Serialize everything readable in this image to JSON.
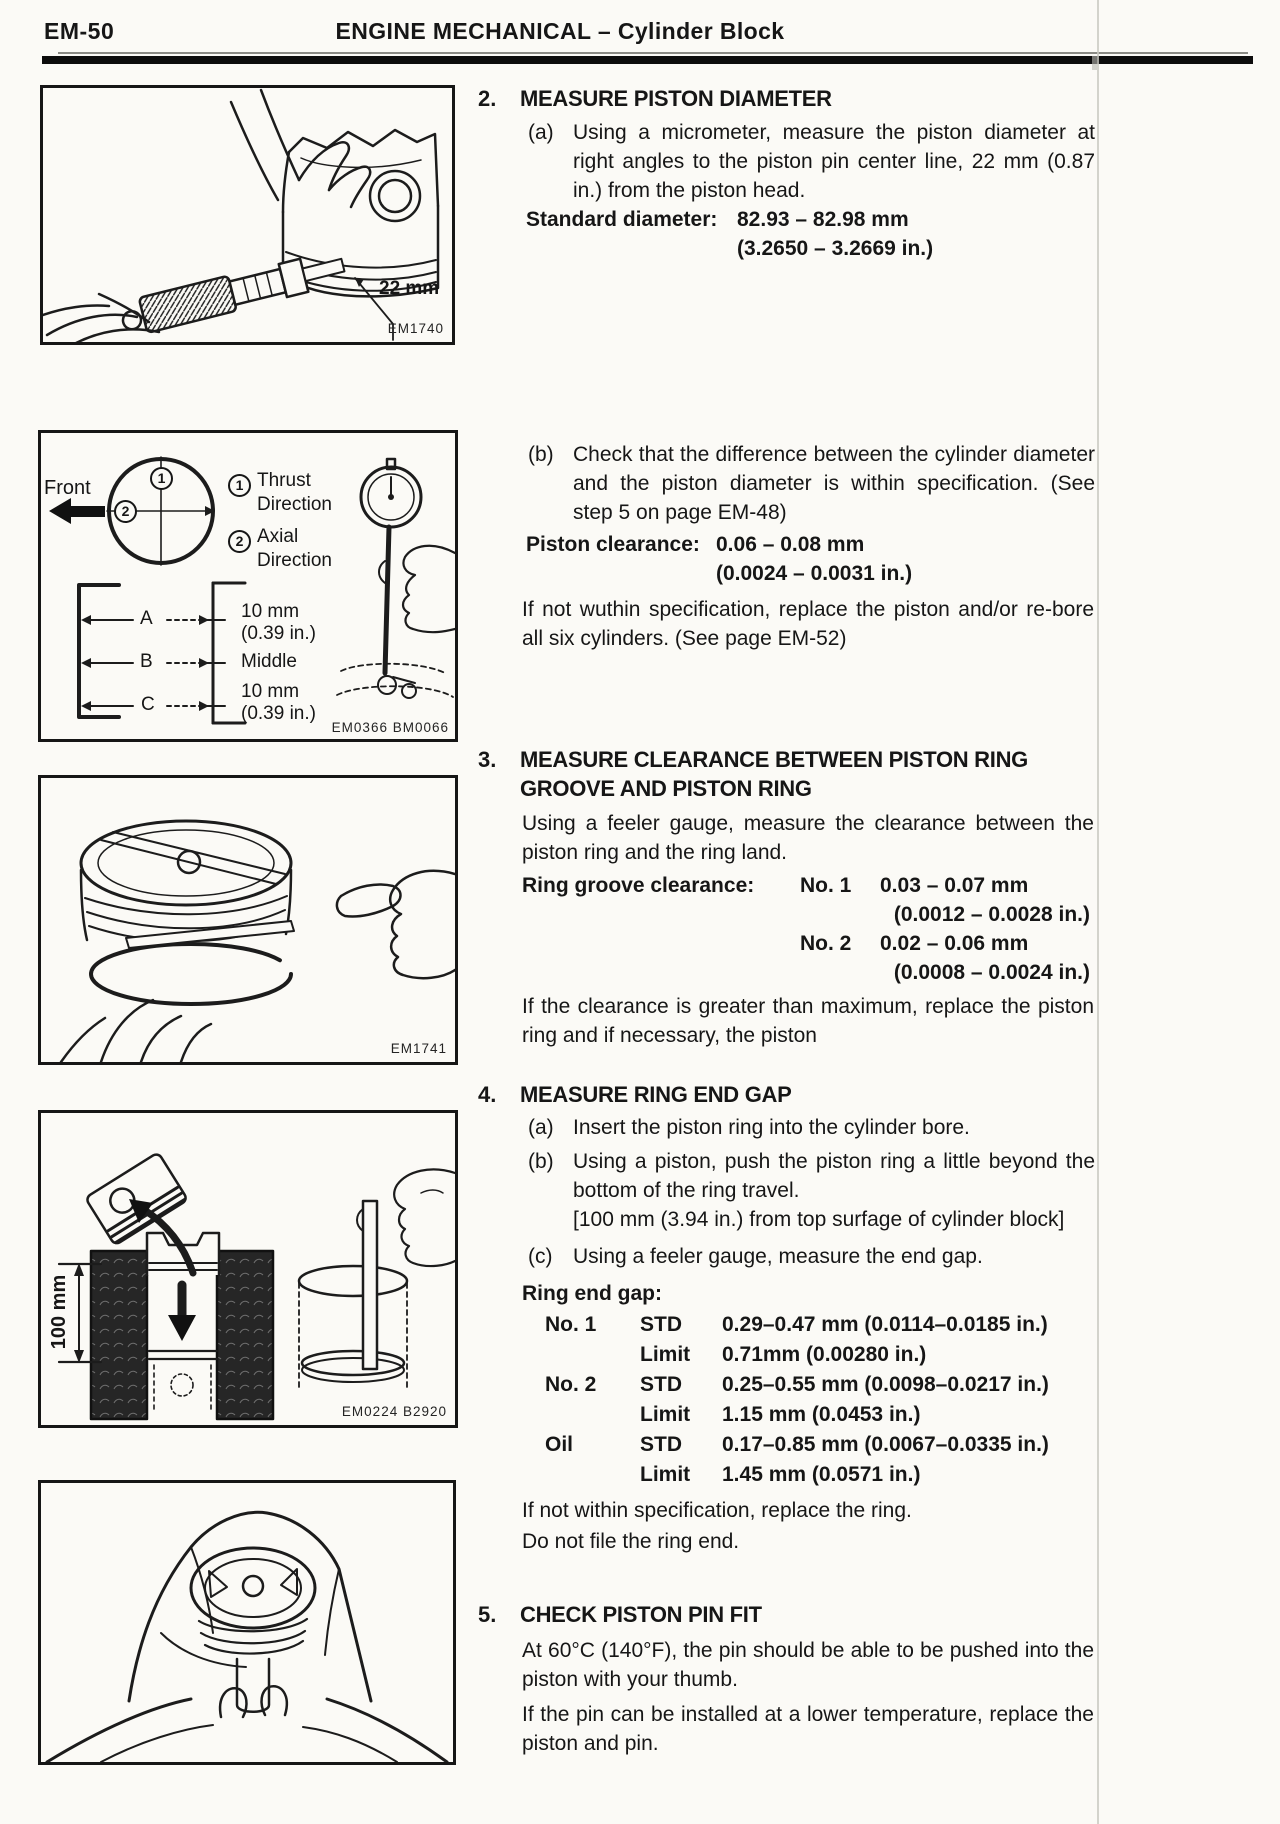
{
  "page": {
    "number": "EM-50",
    "section_title": "ENGINE MECHANICAL",
    "title_separator": "–",
    "subsection_title": "Cylinder Block"
  },
  "figures": {
    "fig1": {
      "dim_label": "22 mm",
      "code": "EM1740"
    },
    "fig2": {
      "front_label": "Front",
      "legend1_num": "1",
      "legend1_text": "Thrust Direction",
      "legend2_num": "2",
      "legend2_text": "Axial Direction",
      "row_a": "A",
      "row_b": "B",
      "row_c": "C",
      "dim_top": "10 mm",
      "dim_top_in": "(0.39 in.)",
      "dim_middle": "Middle",
      "dim_bottom": "10 mm",
      "dim_bottom_in": "(0.39 in.)",
      "code": "EM0366 BM0066"
    },
    "fig3": {
      "code": "EM1741"
    },
    "fig4": {
      "dim_label": "100 mm",
      "code": "EM0224 B2920"
    },
    "fig5": {}
  },
  "steps": {
    "s2": {
      "number": "2.",
      "title": "MEASURE PISTON DIAMETER",
      "a_label": "(a)",
      "a_text": "Using a micrometer, measure the piston diameter at right angles to the piston pin center line, 22 mm (0.87 in.) from the piston head.",
      "std_label": "Standard diameter:",
      "std_value_mm": "82.93 – 82.98 mm",
      "std_value_in": "(3.2650 – 3.2669 in.)",
      "b_label": "(b)",
      "b_text": "Check that the difference between the cylinder diameter and the piston diameter is within specification. (See step 5 on page EM-48)",
      "clearance_label": "Piston clearance:",
      "clearance_value_mm": "0.06 – 0.08 mm",
      "clearance_value_in": "(0.0024 – 0.0031 in.)",
      "note": "If not wuthin specification, replace the piston and/or re-bore all six cylinders. (See page EM-52)"
    },
    "s3": {
      "number": "3.",
      "title": "MEASURE CLEARANCE BETWEEN PISTON RING GROOVE AND PISTON RING",
      "intro": "Using a feeler gauge, measure the clearance between the piston ring and the ring land.",
      "spec_label": "Ring groove clearance:",
      "no1_label": "No. 1",
      "no1_value_mm": "0.03 – 0.07 mm",
      "no1_value_in": "(0.0012 – 0.0028 in.)",
      "no2_label": "No. 2",
      "no2_value_mm": "0.02 – 0.06 mm",
      "no2_value_in": "(0.0008 – 0.0024 in.)",
      "note": "If the clearance is greater than maximum, replace the piston ring and if necessary, the piston"
    },
    "s4": {
      "number": "4.",
      "title": "MEASURE RING END GAP",
      "a_label": "(a)",
      "a_text": "Insert the piston ring into the cylinder bore.",
      "b_label": "(b)",
      "b_text": "Using a piston, push the piston ring a little beyond the bottom of the ring travel.",
      "b_note": "[100 mm (3.94 in.) from top surfage of cylinder block]",
      "c_label": "(c)",
      "c_text": "Using a feeler gauge, measure the end gap.",
      "gap_label": "Ring end gap:",
      "rows": [
        {
          "name": "No. 1",
          "type": "STD",
          "value": "0.29–0.47 mm (0.0114–0.0185 in.)"
        },
        {
          "name": "",
          "type": "Limit",
          "value": "0.71mm (0.00280 in.)"
        },
        {
          "name": "No. 2",
          "type": "STD",
          "value": "0.25–0.55 mm (0.0098–0.0217 in.)"
        },
        {
          "name": "",
          "type": "Limit",
          "value": "1.15 mm (0.0453 in.)"
        },
        {
          "name": "Oil",
          "type": "STD",
          "value": "0.17–0.85 mm (0.0067–0.0335 in.)"
        },
        {
          "name": "",
          "type": "Limit",
          "value": "1.45 mm (0.0571 in.)"
        }
      ],
      "note1": "If not within specification, replace the ring.",
      "note2": "Do not file the ring end."
    },
    "s5": {
      "number": "5.",
      "title": "CHECK PISTON PIN FIT",
      "p1": "At 60°C (140°F), the pin should be able to be pushed into the piston with your thumb.",
      "p2": "If the pin can be installed at a lower temperature, replace the piston and pin."
    }
  }
}
